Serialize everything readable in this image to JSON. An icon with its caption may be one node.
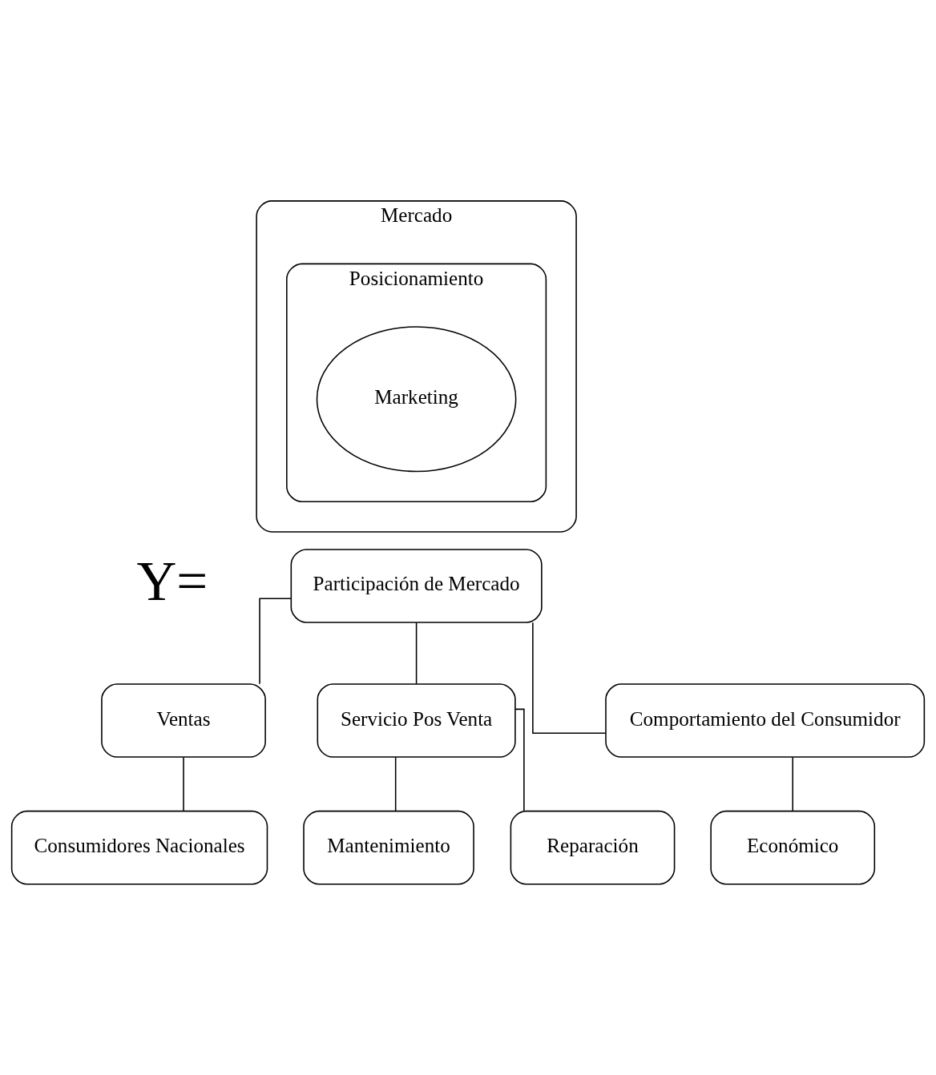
{
  "diagram": {
    "nodes": [
      {
        "text": [
          "Mercado"
        ]
      },
      {
        "text": [
          "Posicionamiento"
        ],
        "in": 0
      },
      {
        "text": [
          "Marketing"
        ],
        "in": 1
      },
      {
        "text": [
          "Participación de Mercado"
        ],
        "beside": [
          "Y="
        ]
      },
      {
        "text": [
          "Ventas"
        ]
      },
      {
        "text": [
          "Servicio Pos Venta"
        ]
      },
      {
        "text": [
          "Comportamiento del Consumidor"
        ]
      },
      {
        "text": [
          "Consumidores Nacionales"
        ]
      },
      {
        "text": [
          "Mantenimiento"
        ]
      },
      {
        "text": [
          "Reparación"
        ]
      },
      {
        "text": [
          "Económico"
        ]
      }
    ],
    "edges": [
      {
        "from": 3,
        "to": 4,
        "arrow": "none"
      },
      {
        "from": 3,
        "to": 5,
        "arrow": "none"
      },
      {
        "from": 3,
        "to": 6,
        "arrow": "none"
      },
      {
        "from": 4,
        "to": 7,
        "arrow": "none"
      },
      {
        "from": 5,
        "to": 8,
        "arrow": "none"
      },
      {
        "from": 5,
        "to": 9,
        "arrow": "none"
      },
      {
        "from": 6,
        "to": 10,
        "arrow": "none"
      }
    ]
  }
}
